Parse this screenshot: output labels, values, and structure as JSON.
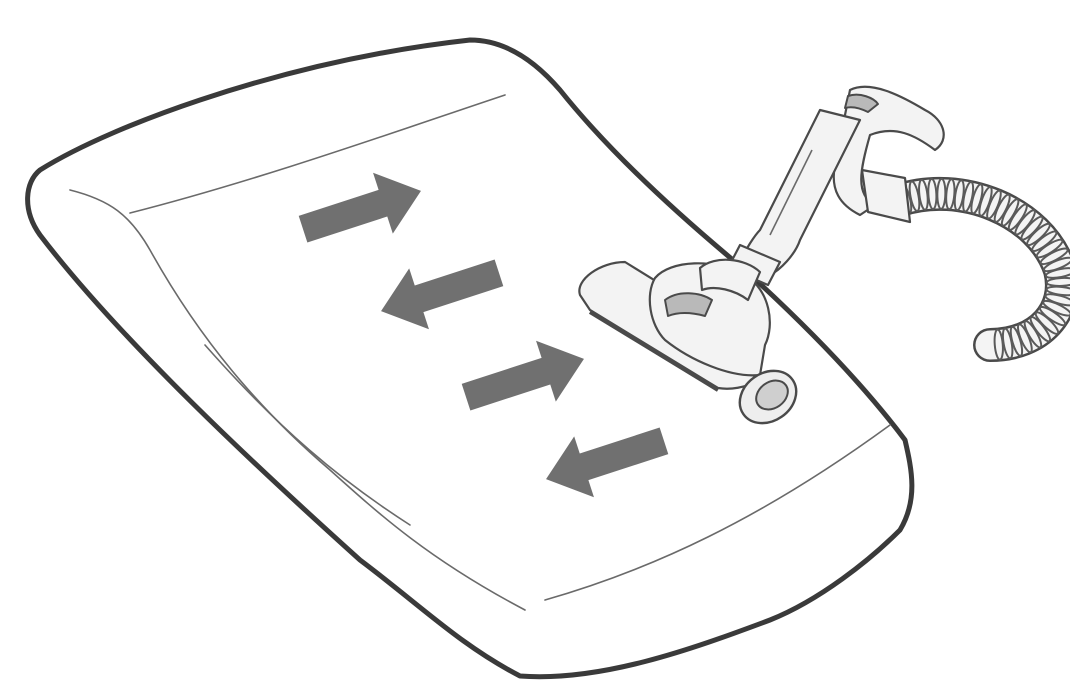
{
  "illustration": {
    "subject": "vacuum-cleaner-nozzle-on-mattress",
    "colors": {
      "background": "#ffffff",
      "outline": "#3a3a3a",
      "arrow": "#707070"
    },
    "arrows": [
      {
        "direction": "right"
      },
      {
        "direction": "left"
      },
      {
        "direction": "right"
      },
      {
        "direction": "left"
      }
    ]
  }
}
